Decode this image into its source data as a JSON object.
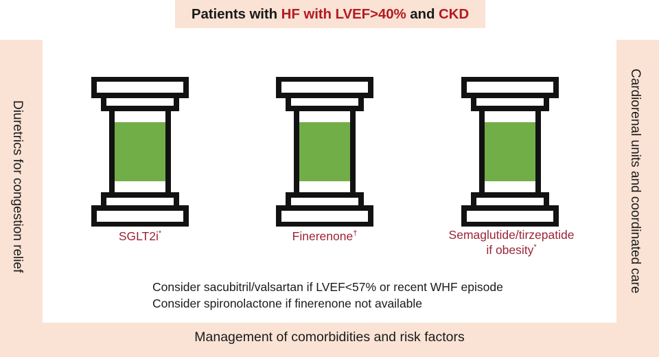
{
  "title": {
    "prefix": "Patients with ",
    "highlight_1": "HF with LVEF>40%",
    "middle": " and ",
    "highlight_2": "CKD",
    "full": "Patients with HF with LVEF>40% and CKD"
  },
  "colors": {
    "banner_background": "#fae3d5",
    "frame_background": "#fae3d5",
    "panel_background": "#ffffff",
    "title_highlight": "#b31b24",
    "caption_red": "#9b2335",
    "pillar_green": "#72ae48",
    "pillar_outline": "#121212",
    "body_text": "#1a1a1a"
  },
  "side_labels": {
    "left": "Diuretrics for congestion relief",
    "right": "Cardiorenal units and coordinated care"
  },
  "pillars": [
    {
      "id": "pillar-1",
      "label_line_1": "SGLT2i",
      "label_sup_1": "*",
      "label_line_2": "",
      "label_sup_2": ""
    },
    {
      "id": "pillar-2",
      "label_line_1": "Finerenone",
      "label_sup_1": "†",
      "label_line_2": "",
      "label_sup_2": ""
    },
    {
      "id": "pillar-3",
      "label_line_1": "Semaglutide/tirzepatide",
      "label_sup_1": "",
      "label_line_2": "if obesity",
      "label_sup_2": "*"
    }
  ],
  "consider_lines": [
    "Consider sacubitril/valsartan if LVEF<57% or recent WHF episode",
    "Consider spironolactone if finerenone not available"
  ],
  "bottom_caption": "Management of comorbidities and risk factors"
}
